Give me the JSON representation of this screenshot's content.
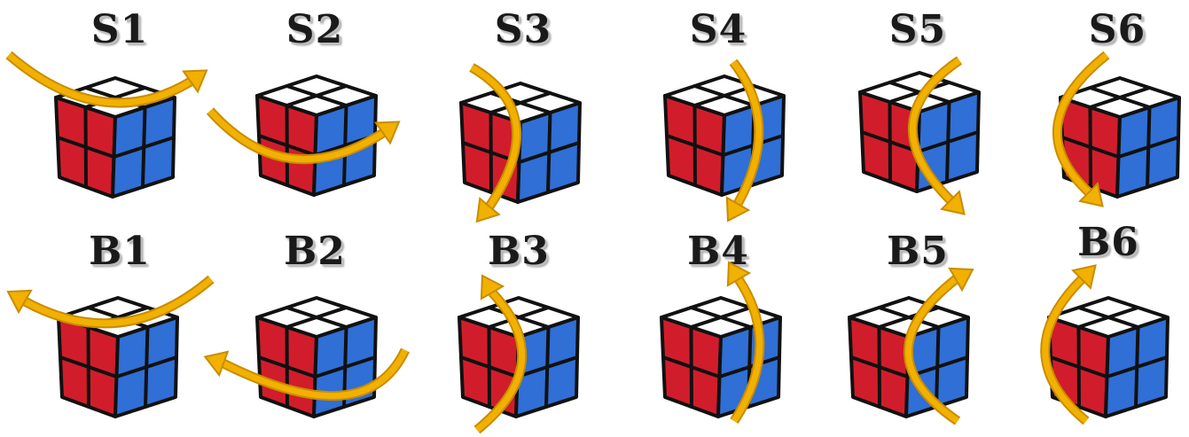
{
  "moves": [
    {
      "label": "S1",
      "row": "top",
      "arrow": "top-layer-clockwise"
    },
    {
      "label": "S2",
      "row": "top",
      "arrow": "bottom-layer-clockwise"
    },
    {
      "label": "S3",
      "row": "top",
      "arrow": "left-column-down"
    },
    {
      "label": "S4",
      "row": "top",
      "arrow": "right-column-down"
    },
    {
      "label": "S5",
      "row": "top",
      "arrow": "front-right-column-down"
    },
    {
      "label": "S6",
      "row": "top",
      "arrow": "left-edge-down"
    },
    {
      "label": "B1",
      "row": "bottom",
      "arrow": "top-layer-counterclockwise"
    },
    {
      "label": "B2",
      "row": "bottom",
      "arrow": "bottom-layer-counterclockwise"
    },
    {
      "label": "B3",
      "row": "bottom",
      "arrow": "left-column-up"
    },
    {
      "label": "B4",
      "row": "bottom",
      "arrow": "right-column-up"
    },
    {
      "label": "B5",
      "row": "bottom",
      "arrow": "front-right-column-up"
    },
    {
      "label": "B6",
      "row": "bottom",
      "arrow": "left-edge-up"
    }
  ],
  "colors": {
    "top_face": "#ffffff",
    "left_face": "#d11d2b",
    "right_face": "#2f6fd6",
    "border": "#111111",
    "arrow": "#f2b100",
    "arrow_dark": "#c98c00"
  }
}
